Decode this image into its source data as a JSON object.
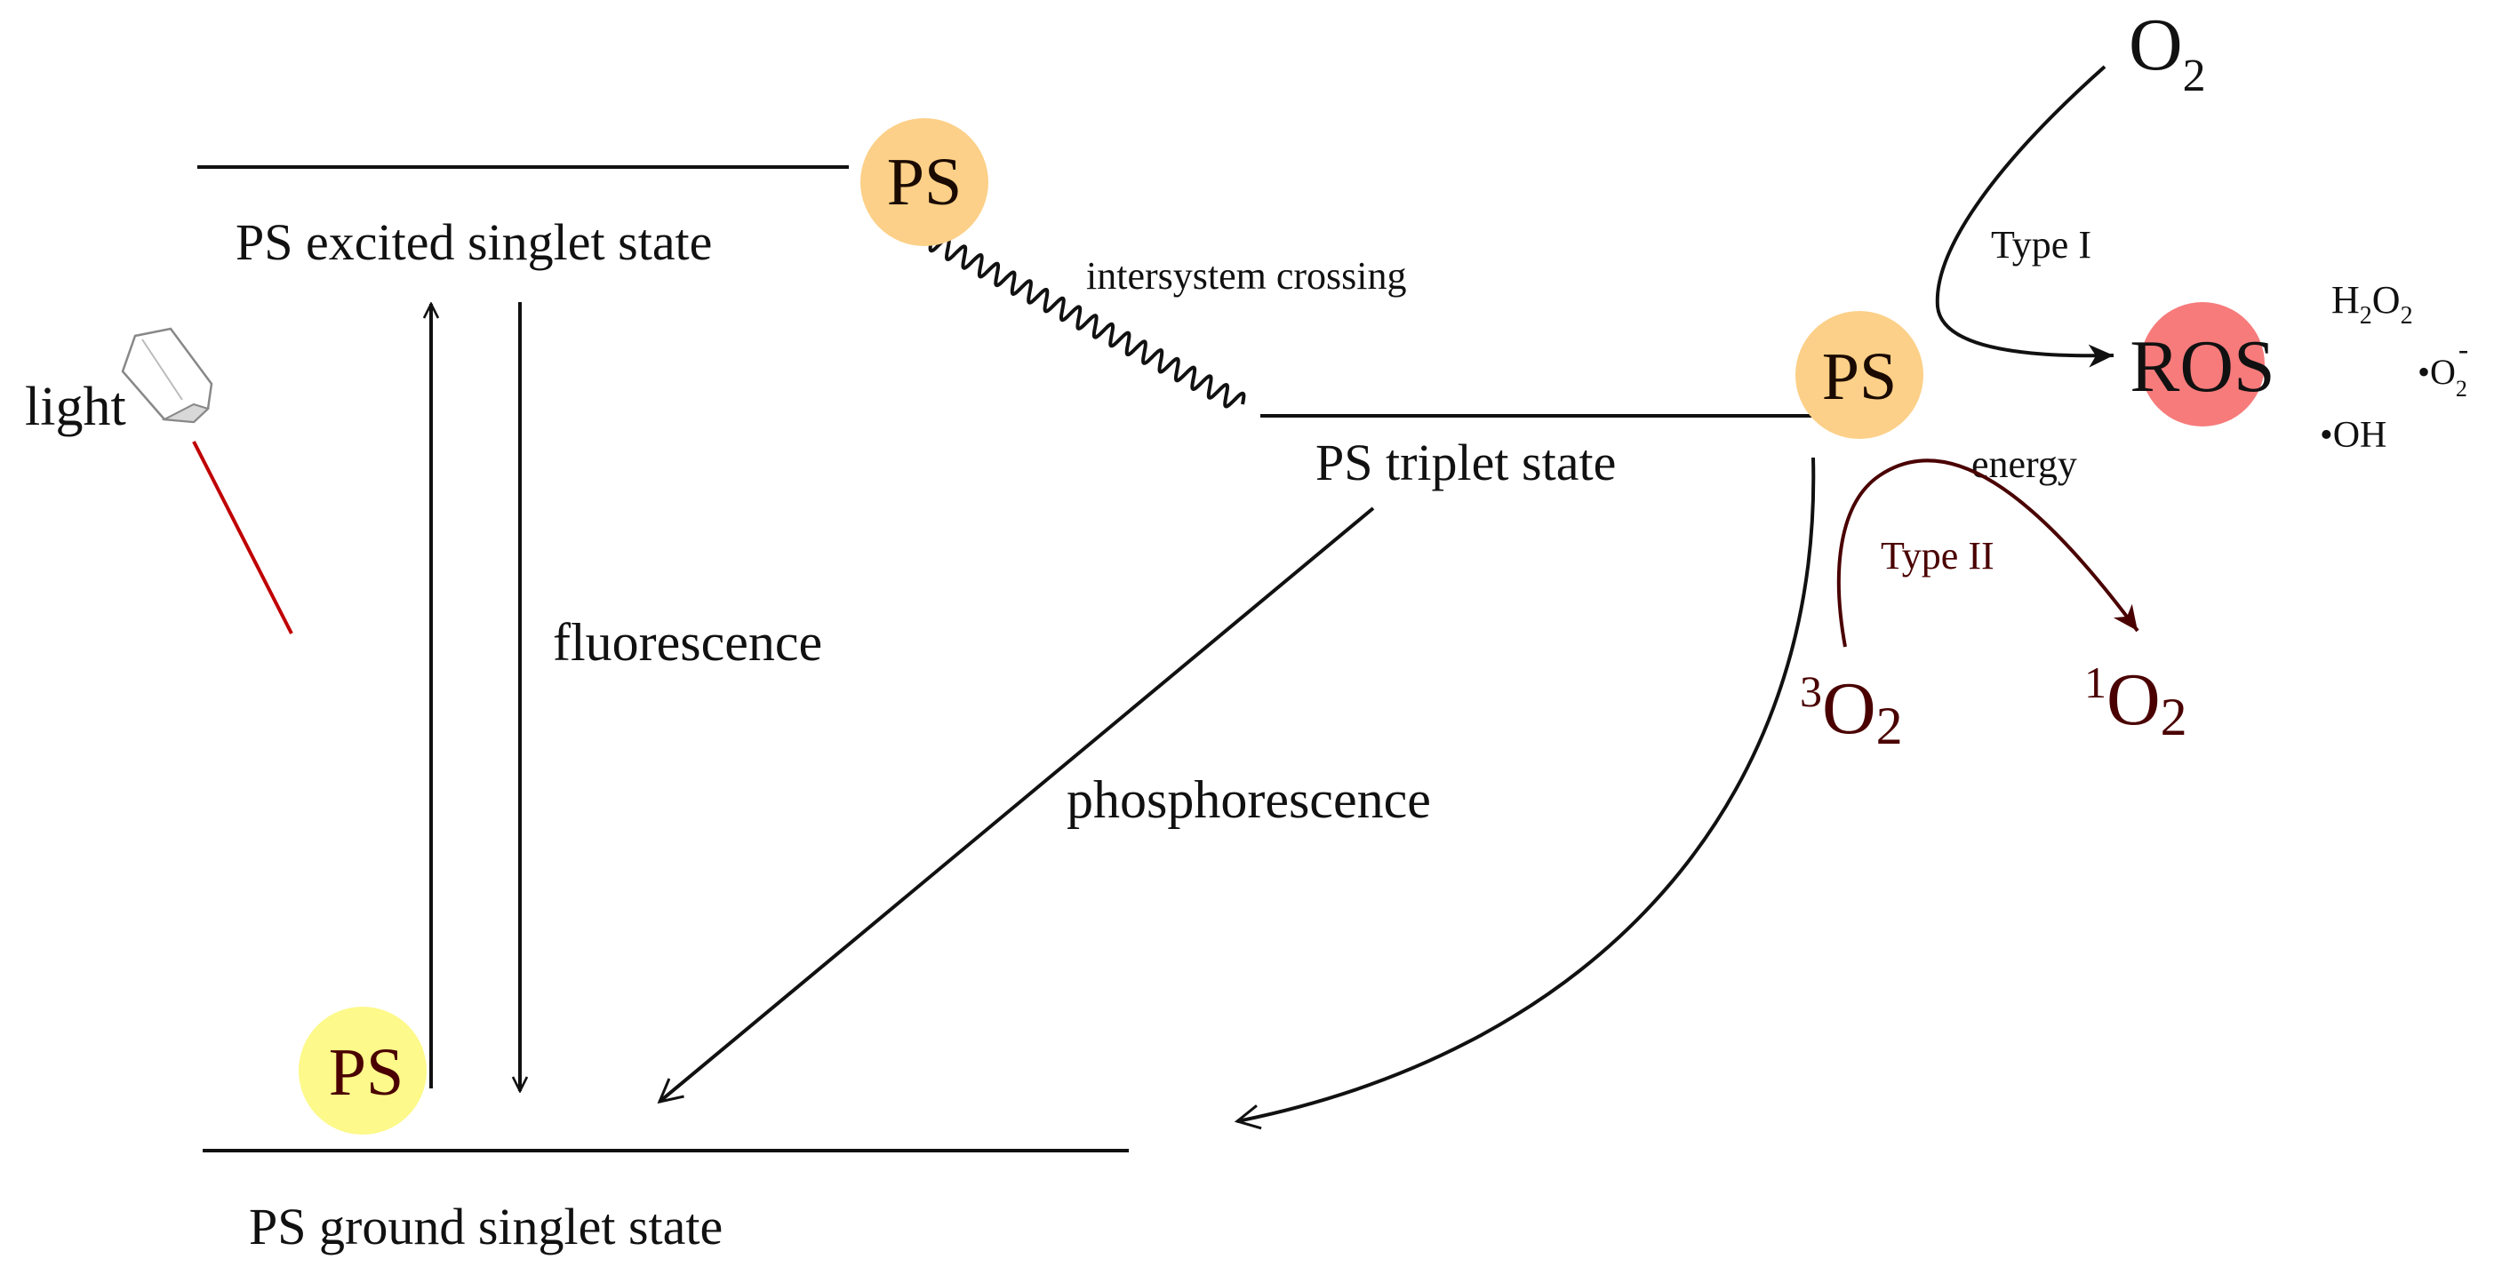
{
  "levels": {
    "excited_singlet": "PS excited singlet state",
    "triplet": "PS triplet state",
    "ground_singlet": "PS ground singlet state"
  },
  "processes": {
    "light": "light",
    "fluorescence": "fluorescence",
    "phosphorescence": "phosphorescence",
    "intersystem_crossing": "intersystem crossing",
    "energy": "energy",
    "type_I": "Type I",
    "type_II": "Type II"
  },
  "molecules": {
    "ps_label": "PS",
    "ros": "ROS",
    "o2": "O",
    "o2_sub": "2",
    "triplet_o2_sup": "3",
    "singlet_o2_sup": "1",
    "h2o2_h": "H",
    "h2o2_o": "O",
    "h2o2_sub": "2",
    "superoxide_dot": "•O",
    "superoxide_sub": "2",
    "superoxide_charge": "-",
    "hydroxyl": "•OH"
  },
  "colors": {
    "ps_excited": "#fcd088",
    "ps_triplet": "#fcd088",
    "ps_ground": "#fdf98a",
    "ros": "#f77b7b",
    "type_II_arrow": "#4a0000",
    "light_beam": "#c00000"
  }
}
